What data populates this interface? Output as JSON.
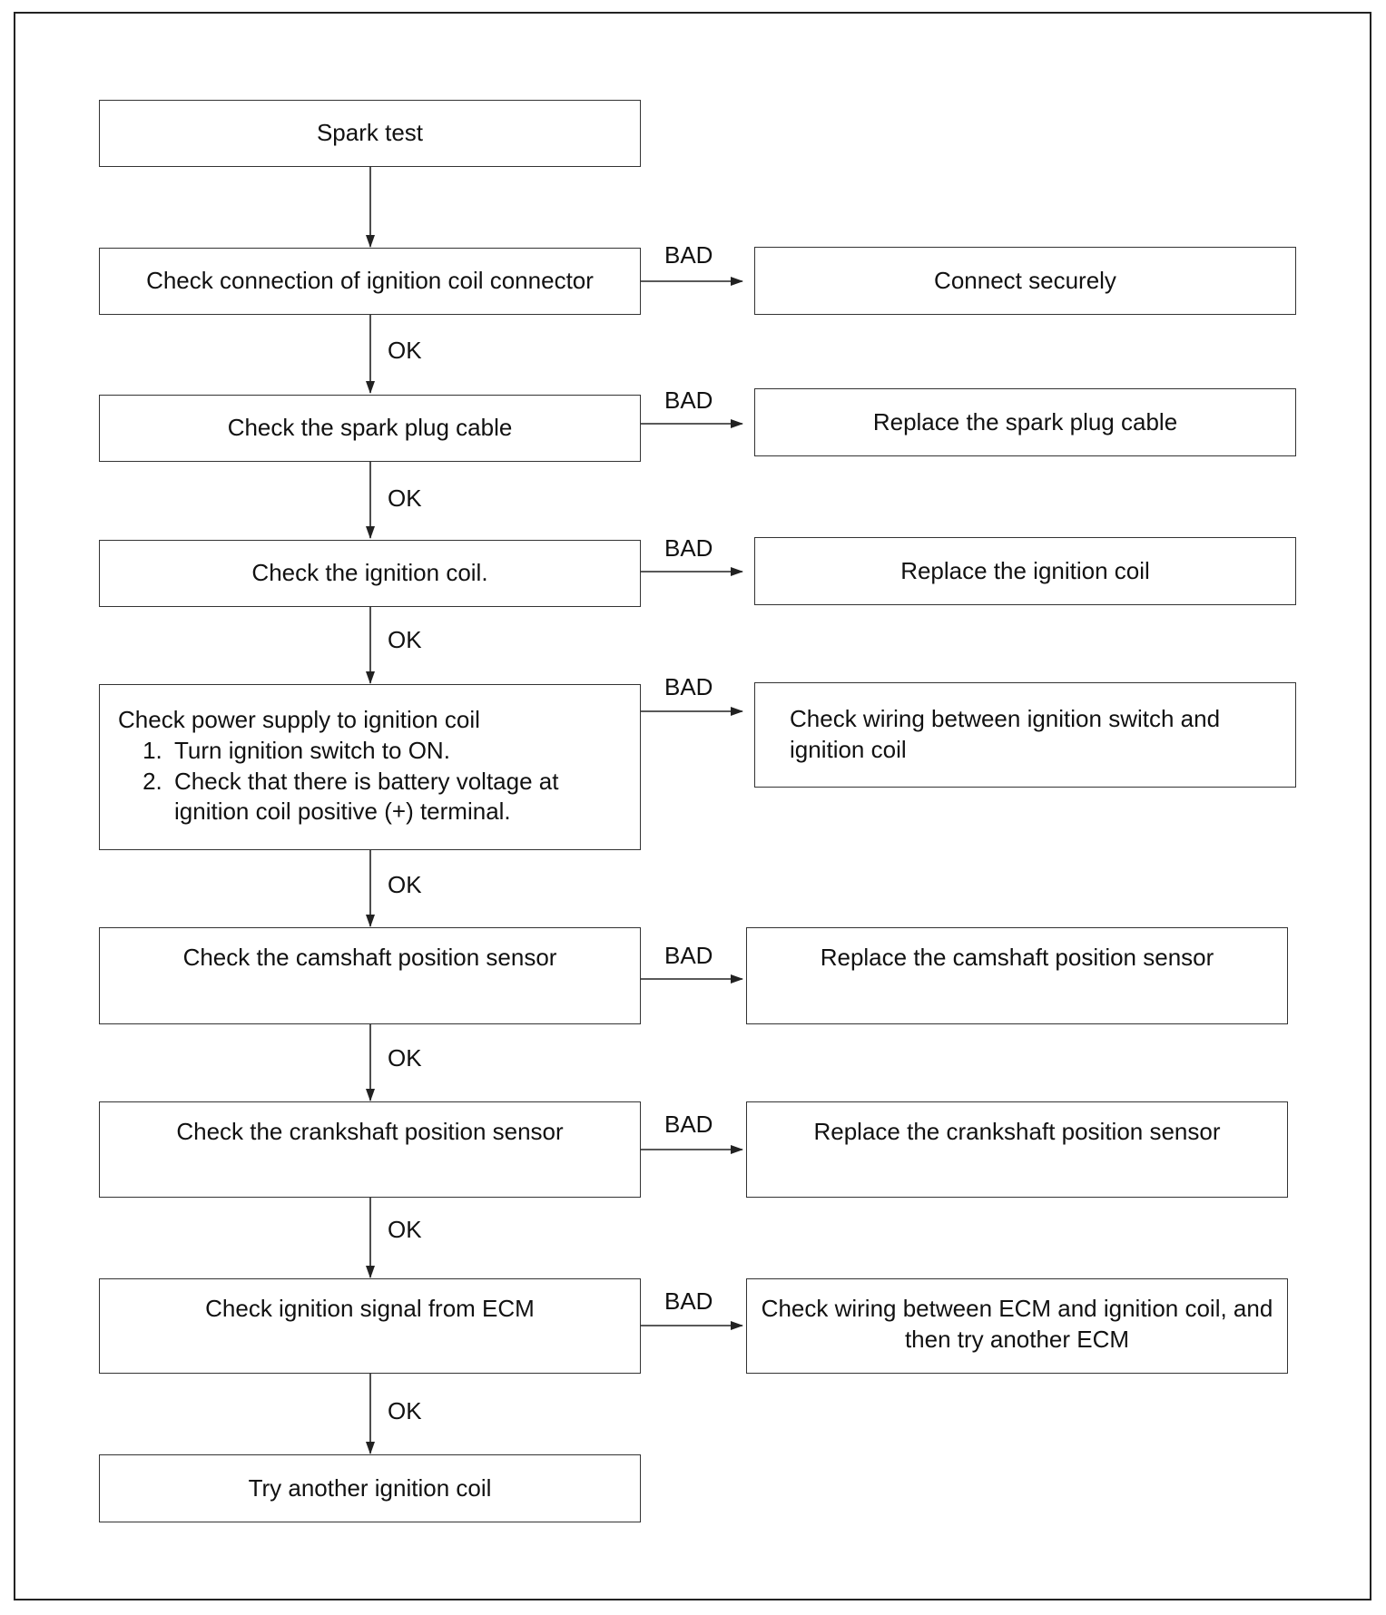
{
  "flow_label_ok": "OK",
  "flow_label_bad": "BAD",
  "steps": {
    "spark_test": "Spark test",
    "check_connector": "Check connection of ignition coil connector",
    "check_cable": "Check the spark plug cable",
    "check_coil": "Check the ignition coil.",
    "check_power": {
      "title": "Check power supply to ignition coil",
      "items": [
        "Turn ignition switch to ON.",
        "Check that there is battery voltage at ignition coil positive (+) terminal."
      ]
    },
    "check_camshaft": "Check the camshaft position sensor",
    "check_crankshaft": "Check the crankshaft position sensor",
    "check_ecm_signal": "Check ignition signal from ECM",
    "try_coil": "Try another ignition coil"
  },
  "actions": {
    "connect_securely": "Connect securely",
    "replace_cable": "Replace the spark plug cable",
    "replace_coil": "Replace the ignition coil",
    "check_wiring_switch": "Check wiring between ignition switch and ignition coil",
    "replace_camshaft": "Replace the camshaft position sensor",
    "replace_crankshaft": "Replace the crankshaft position sensor",
    "check_wiring_ecm": "Check wiring between ECM and ignition coil, and then try another ECM"
  }
}
